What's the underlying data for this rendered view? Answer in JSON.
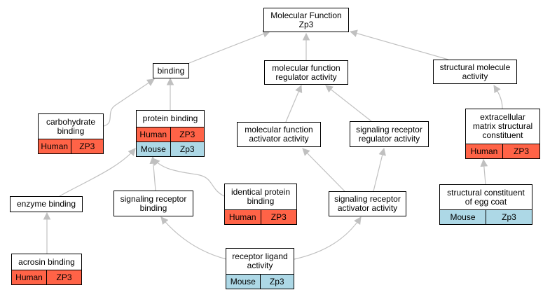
{
  "colors": {
    "human": "#ff6347",
    "mouse": "#add8e6",
    "edge": "#c0c0c0"
  },
  "nodes": {
    "mf_root": {
      "lines": [
        "Molecular Function",
        "Zp3"
      ]
    },
    "binding": {
      "lines": [
        "binding"
      ]
    },
    "mfra": {
      "lines": [
        "molecular function",
        "regulator activity"
      ]
    },
    "sma": {
      "lines": [
        "structural molecule",
        "activity"
      ]
    },
    "carb": {
      "lines": [
        "carbohydrate",
        "binding"
      ],
      "species": "Human",
      "gene": "ZP3"
    },
    "protein": {
      "lines": [
        "protein binding"
      ],
      "rows": [
        {
          "species": "Human",
          "gene": "ZP3"
        },
        {
          "species": "Mouse",
          "gene": "Zp3"
        }
      ]
    },
    "mfaa": {
      "lines": [
        "molecular function",
        "activator activity"
      ]
    },
    "srra": {
      "lines": [
        "signaling receptor",
        "regulator activity"
      ]
    },
    "ecm": {
      "lines": [
        "extracellular",
        "matrix structural",
        "constituent"
      ],
      "species": "Human",
      "gene": "ZP3"
    },
    "enzyme": {
      "lines": [
        "enzyme binding"
      ]
    },
    "srb": {
      "lines": [
        "signaling receptor",
        "binding"
      ]
    },
    "ipb": {
      "lines": [
        "identical protein",
        "binding"
      ],
      "species": "Human",
      "gene": "ZP3"
    },
    "sraa": {
      "lines": [
        "signaling receptor",
        "activator activity"
      ]
    },
    "egg": {
      "lines": [
        "structural constituent",
        "of egg coat"
      ],
      "species": "Mouse",
      "gene": "Zp3"
    },
    "acrosin": {
      "lines": [
        "acrosin binding"
      ],
      "species": "Human",
      "gene": "ZP3"
    },
    "rla": {
      "lines": [
        "receptor ligand",
        "activity"
      ],
      "species": "Mouse",
      "gene": "Zp3"
    }
  }
}
